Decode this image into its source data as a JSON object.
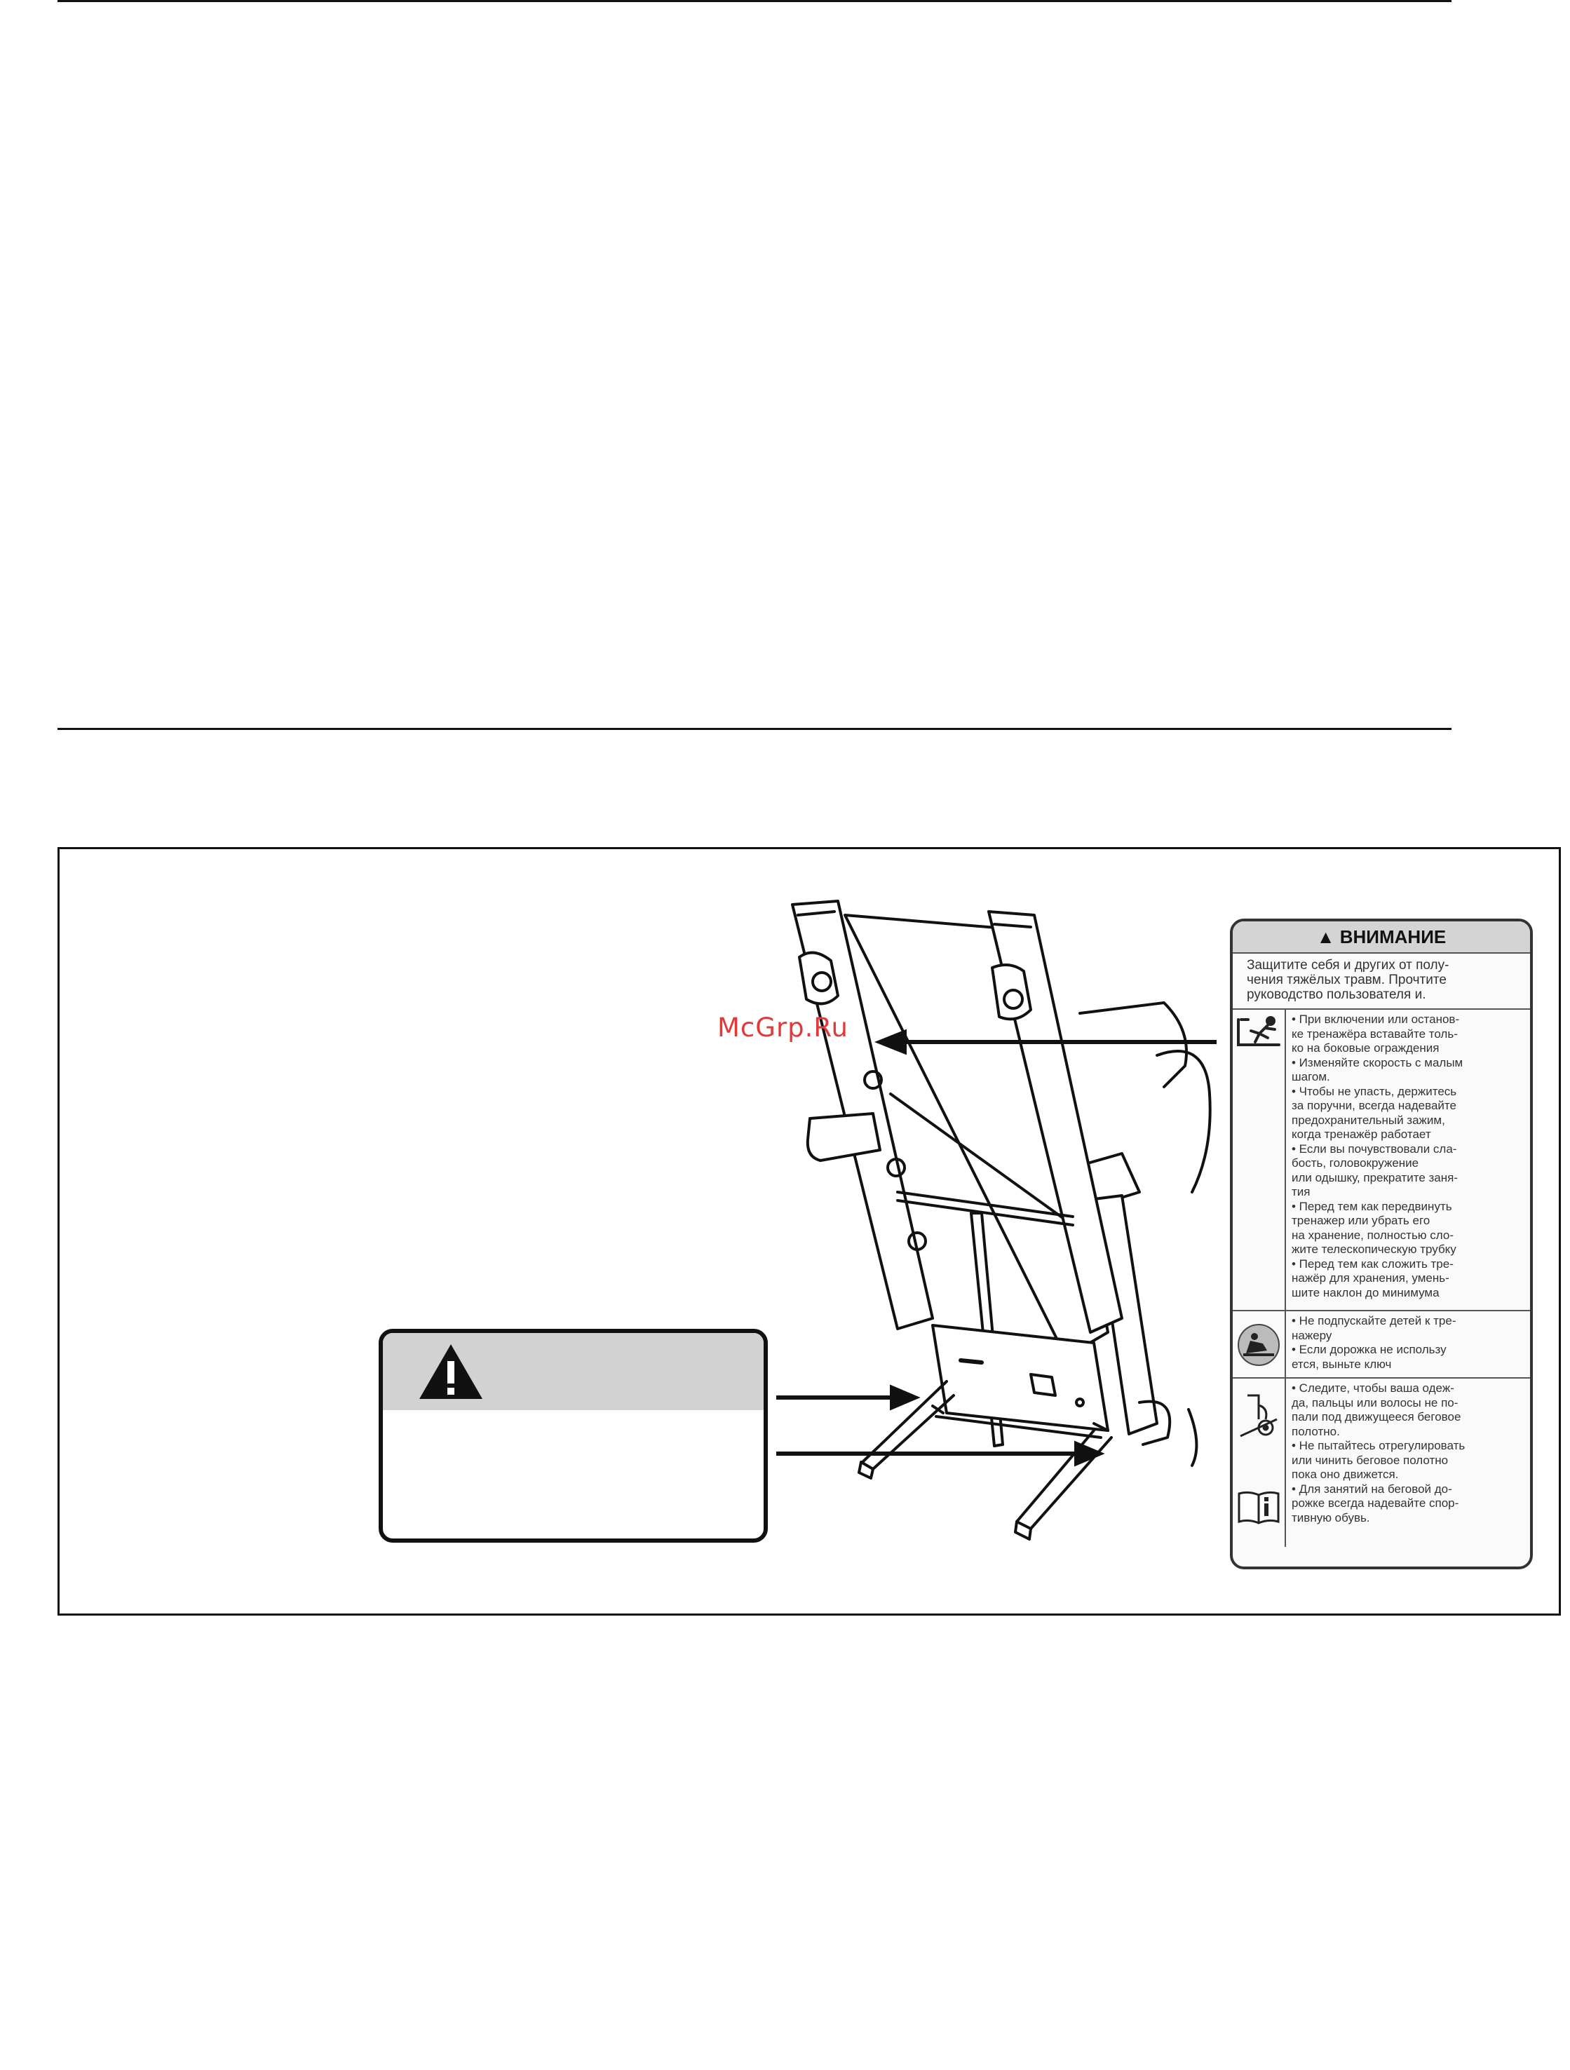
{
  "page": {
    "watermark": "McGrp.Ru"
  },
  "warning_sticker": {
    "header": "▲ ВНИМАНИЕ",
    "intro_lines": [
      "Защитите себя и других от полу-",
      "чения тяжёлых травм. Прочтите",
      "руководство пользователя и."
    ],
    "sections": [
      {
        "icon": "falling-person-icon",
        "lines": [
          "• При включении или останов-",
          "ке тренажёра вставайте толь-",
          "ко на боковые ограждения",
          "• Изменяйте скорость с малым",
          "шагом.",
          "• Чтобы не упасть, держитесь",
          "за поручни, всегда надевайте",
          "предохранительный зажим,",
          "когда тренажёр работает",
          "• Если вы почувствовали сла-",
          "бость, головокружение",
          "или одышку, прекратите заня-",
          "тия",
          "• Перед тем как передвинуть",
          "тренажер или убрать его",
          "на хранение, полностью сло-",
          "жите телескопическую трубку",
          "• Перед тем как сложить тре-",
          "нажёр для хранения, умень-",
          "шите наклон до минимума"
        ]
      },
      {
        "icon": "child-hazard-icon",
        "lines": [
          "• Не подпускайте детей к тре-",
          "нажеру",
          "• Если дорожка не использу",
          "ется, выньте ключ"
        ]
      },
      {
        "icon": "entanglement-icon",
        "lines": [
          "• Следите, чтобы ваша одеж-",
          "да, пальцы или волосы не по-",
          "пали под движущееся беговое",
          "полотно.",
          "• Не пытайтесь отрегулировать",
          "или чинить беговое полотно",
          "пока оно движется.",
          "• Для занятий на беговой до-",
          "рожке всегда надевайте спор-",
          "тивную обувь."
        ]
      }
    ]
  }
}
